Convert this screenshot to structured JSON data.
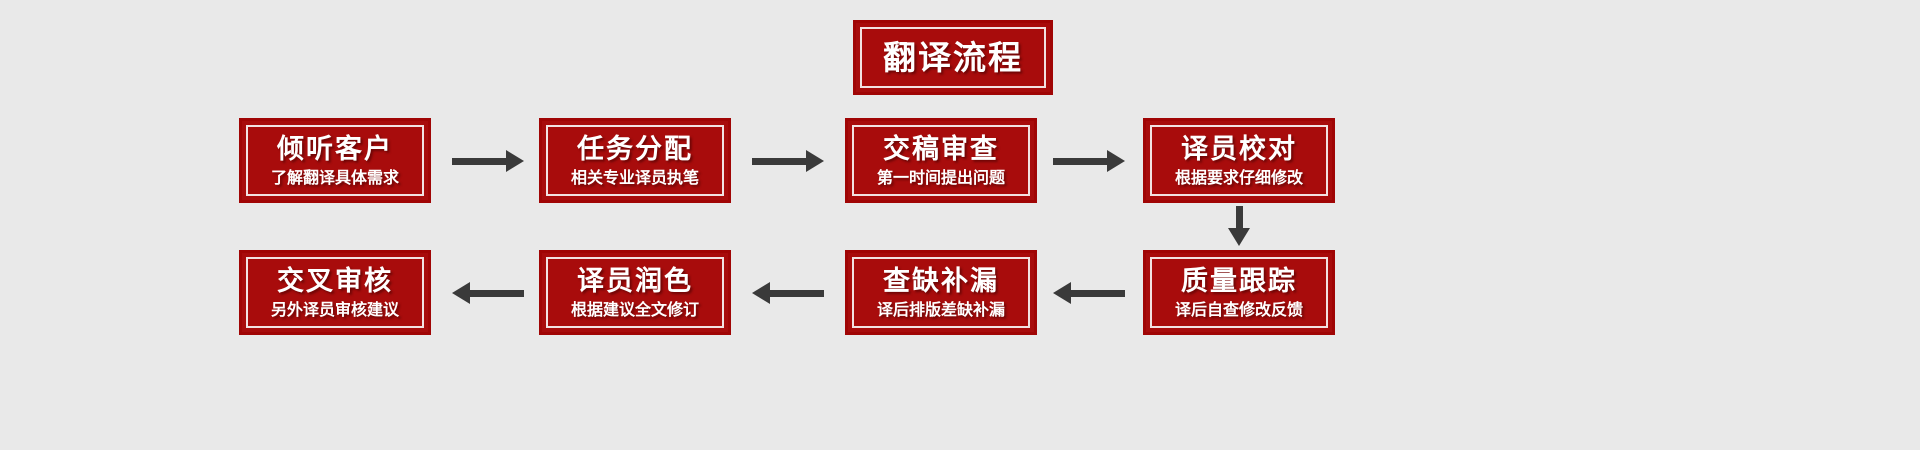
{
  "diagram": {
    "title": "翻译流程",
    "background_color": "#e9e9e9",
    "box_fill_color": "#a80c0c",
    "box_border_color": "#a00505",
    "arrow_color": "#3a3a3a",
    "text_color": "#ffffff",
    "nodes": [
      {
        "id": "n1",
        "heading": "倾听客户",
        "subtitle": "了解翻译具体需求"
      },
      {
        "id": "n2",
        "heading": "任务分配",
        "subtitle": "相关专业译员执笔"
      },
      {
        "id": "n3",
        "heading": "交稿审查",
        "subtitle": "第一时间提出问题"
      },
      {
        "id": "n4",
        "heading": "译员校对",
        "subtitle": "根据要求仔细修改"
      },
      {
        "id": "n5",
        "heading": "质量跟踪",
        "subtitle": "译后自查修改反馈"
      },
      {
        "id": "n6",
        "heading": "查缺补漏",
        "subtitle": "译后排版差缺补漏"
      },
      {
        "id": "n7",
        "heading": "译员润色",
        "subtitle": "根据建议全文修订"
      },
      {
        "id": "n8",
        "heading": "交叉审核",
        "subtitle": "另外译员审核建议"
      }
    ],
    "arrows": [
      {
        "id": "a1",
        "from": "n1",
        "to": "n2",
        "direction": "right"
      },
      {
        "id": "a2",
        "from": "n2",
        "to": "n3",
        "direction": "right"
      },
      {
        "id": "a3",
        "from": "n3",
        "to": "n4",
        "direction": "right"
      },
      {
        "id": "a4",
        "from": "n4",
        "to": "n5",
        "direction": "down"
      },
      {
        "id": "a5",
        "from": "n5",
        "to": "n6",
        "direction": "left"
      },
      {
        "id": "a6",
        "from": "n6",
        "to": "n7",
        "direction": "left"
      },
      {
        "id": "a7",
        "from": "n7",
        "to": "n8",
        "direction": "left"
      }
    ]
  }
}
